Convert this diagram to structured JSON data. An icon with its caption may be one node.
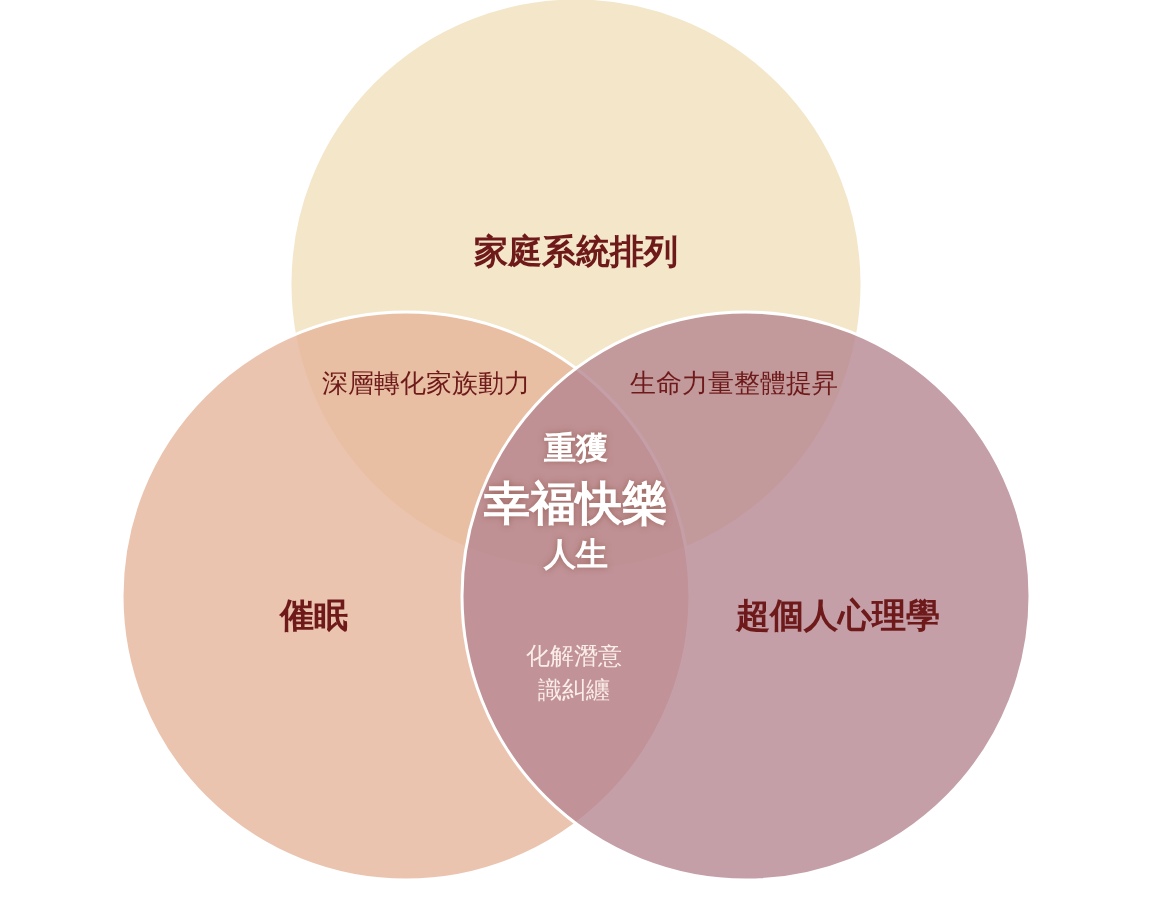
{
  "diagram": {
    "nodes": [
      {
        "text": [
          "家庭系統排列"
        ]
      },
      {
        "text": [
          "催眠"
        ]
      },
      {
        "text": [
          "超個人心理學"
        ]
      }
    ],
    "labels": [
      "深層轉化家族動力",
      "生命力量整體提昇",
      "重獲",
      "幸福快樂",
      "人生",
      "化解潛意識糾纏"
    ]
  }
}
